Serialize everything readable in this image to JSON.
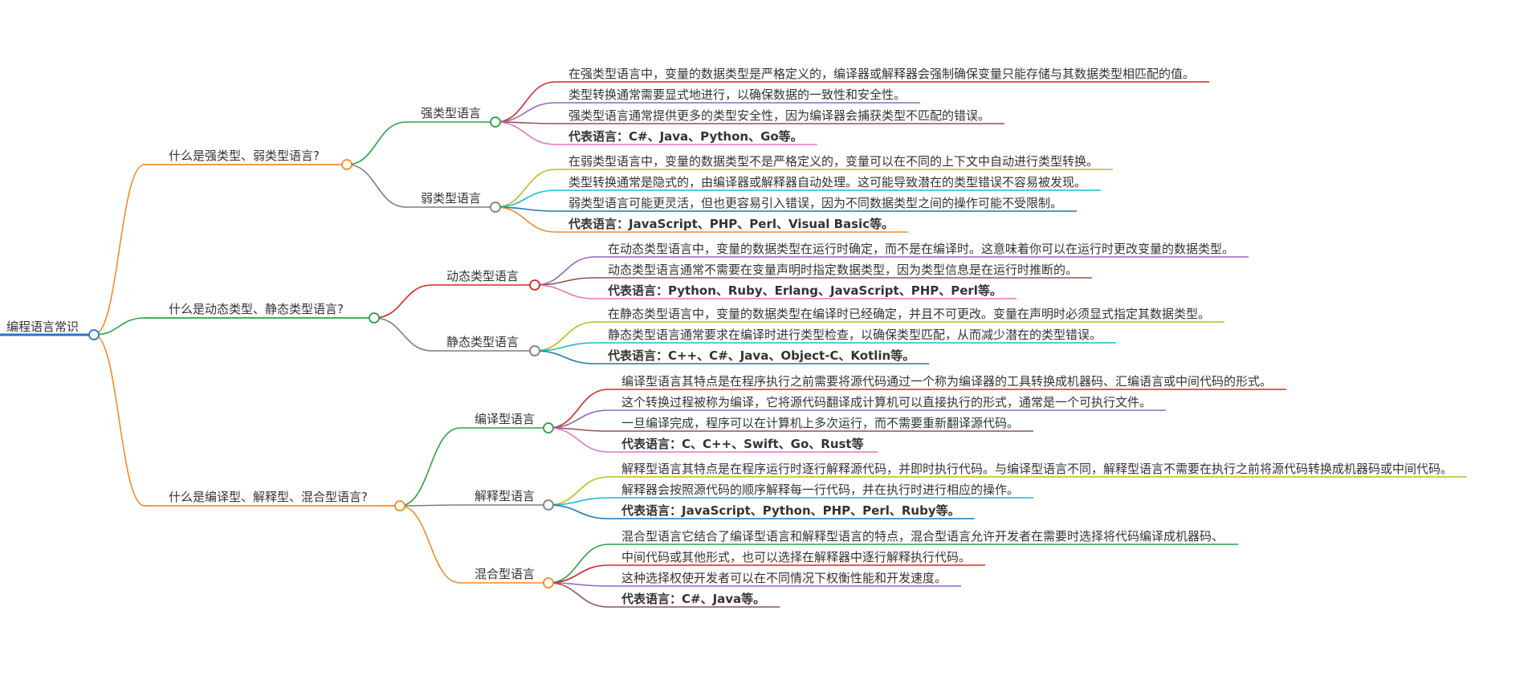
{
  "root": {
    "label": "编程语言常识",
    "color": "#2f72c4"
  },
  "branches": [
    {
      "label": "什么是强类型、弱类型语言?",
      "color": "#f28b2a",
      "children": [
        {
          "label": "强类型语言",
          "color": "#2ea043",
          "leaves": [
            {
              "text": "在强类型语言中，变量的数据类型是严格定义的，编译器或解释器会强制确保变量只能存储与其数据类型相匹配的值。",
              "color": "#d62728",
              "bold": false
            },
            {
              "text": "类型转换通常需要显式地进行，以确保数据的一致性和安全性。",
              "color": "#9467bd",
              "bold": false
            },
            {
              "text": "强类型语言通常提供更多的类型安全性，因为编译器会捕获类型不匹配的错误。",
              "color": "#8c564b",
              "bold": false
            },
            {
              "text": "代表语言：C#、Java、Python、Go等。",
              "color": "#e377c2",
              "bold": true
            }
          ]
        },
        {
          "label": "弱类型语言",
          "color": "#7f7f7f",
          "leaves": [
            {
              "text": "在弱类型语言中，变量的数据类型不是严格定义的，变量可以在不同的上下文中自动进行类型转换。",
              "color": "#bcbd22",
              "bold": false
            },
            {
              "text": "类型转换通常是隐式的，由编译器或解释器自动处理。这可能导致潜在的类型错误不容易被发现。",
              "color": "#17becf",
              "bold": false
            },
            {
              "text": "弱类型语言可能更灵活，但也更容易引入错误，因为不同数据类型之间的操作可能不受限制。",
              "color": "#1f77b4",
              "bold": false
            },
            {
              "text": "代表语言：JavaScript、PHP、Perl、Visual Basic等。",
              "color": "#f28b2a",
              "bold": true
            }
          ]
        }
      ]
    },
    {
      "label": "什么是动态类型、静态类型语言?",
      "color": "#2ea043",
      "children": [
        {
          "label": "动态类型语言",
          "color": "#d62728",
          "leaves": [
            {
              "text": "在动态类型语言中，变量的数据类型在运行时确定，而不是在编译时。这意味着你可以在运行时更改变量的数据类型。",
              "color": "#9467bd",
              "bold": false
            },
            {
              "text": "动态类型语言通常不需要在变量声明时指定数据类型，因为类型信息是在运行时推断的。",
              "color": "#8c564b",
              "bold": false
            },
            {
              "text": "代表语言：Python、Ruby、Erlang、JavaScript、PHP、Perl等。",
              "color": "#e377c2",
              "bold": true
            }
          ]
        },
        {
          "label": "静态类型语言",
          "color": "#7f7f7f",
          "leaves": [
            {
              "text": "在静态类型语言中，变量的数据类型在编译时已经确定，并且不可更改。变量在声明时必须显式指定其数据类型。",
              "color": "#bcbd22",
              "bold": false
            },
            {
              "text": "静态类型语言通常要求在编译时进行类型检查，以确保类型匹配，从而减少潜在的类型错误。",
              "color": "#17becf",
              "bold": false
            },
            {
              "text": "代表语言：C++、C#、Java、Object-C、Kotlin等。",
              "color": "#1f77b4",
              "bold": true
            }
          ]
        }
      ]
    },
    {
      "label": "什么是编译型、解释型、混合型语言?",
      "color": "#f28b2a",
      "children": [
        {
          "label": "编译型语言",
          "color": "#2ea043",
          "leaves": [
            {
              "text": "编译型语言其特点是在程序执行之前需要将源代码通过一个称为编译器的工具转换成机器码、汇编语言或中间代码的形式。",
              "color": "#d62728",
              "bold": false
            },
            {
              "text": "这个转换过程被称为编译，它将源代码翻译成计算机可以直接执行的形式，通常是一个可执行文件。",
              "color": "#9467bd",
              "bold": false
            },
            {
              "text": "一旦编译完成，程序可以在计算机上多次运行，而不需要重新翻译源代码。",
              "color": "#8c564b",
              "bold": false
            },
            {
              "text": "代表语言：C、C++、Swift、Go、Rust等",
              "color": "#e377c2",
              "bold": true
            }
          ]
        },
        {
          "label": "解释型语言",
          "color": "#7f7f7f",
          "leaves": [
            {
              "text": "解释型语言其特点是在程序运行时逐行解释源代码，并即时执行代码。与编译型语言不同，解释型语言不需要在执行之前将源代码转换成机器码或中间代码。",
              "color": "#bcbd22",
              "bold": false
            },
            {
              "text": "解释器会按照源代码的顺序解释每一行代码，并在执行时进行相应的操作。",
              "color": "#17becf",
              "bold": false
            },
            {
              "text": "代表语言：JavaScript、Python、PHP、Perl、Ruby等。",
              "color": "#1f77b4",
              "bold": true
            }
          ]
        },
        {
          "label": "混合型语言",
          "color": "#f28b2a",
          "leaves": [
            {
              "text": "混合型语言它结合了编译型语言和解释型语言的特点，混合型语言允许开发者在需要时选择将代码编译成机器码、",
              "color": "#2ea043",
              "bold": false
            },
            {
              "text": "中间代码或其他形式，也可以选择在解释器中逐行解释执行代码。",
              "color": "#d62728",
              "bold": false
            },
            {
              "text": "这种选择权使开发者可以在不同情况下权衡性能和开发速度。",
              "color": "#9467bd",
              "bold": false
            },
            {
              "text": "代表语言：C#、Java等。",
              "color": "#8c564b",
              "bold": true
            }
          ]
        }
      ]
    }
  ]
}
